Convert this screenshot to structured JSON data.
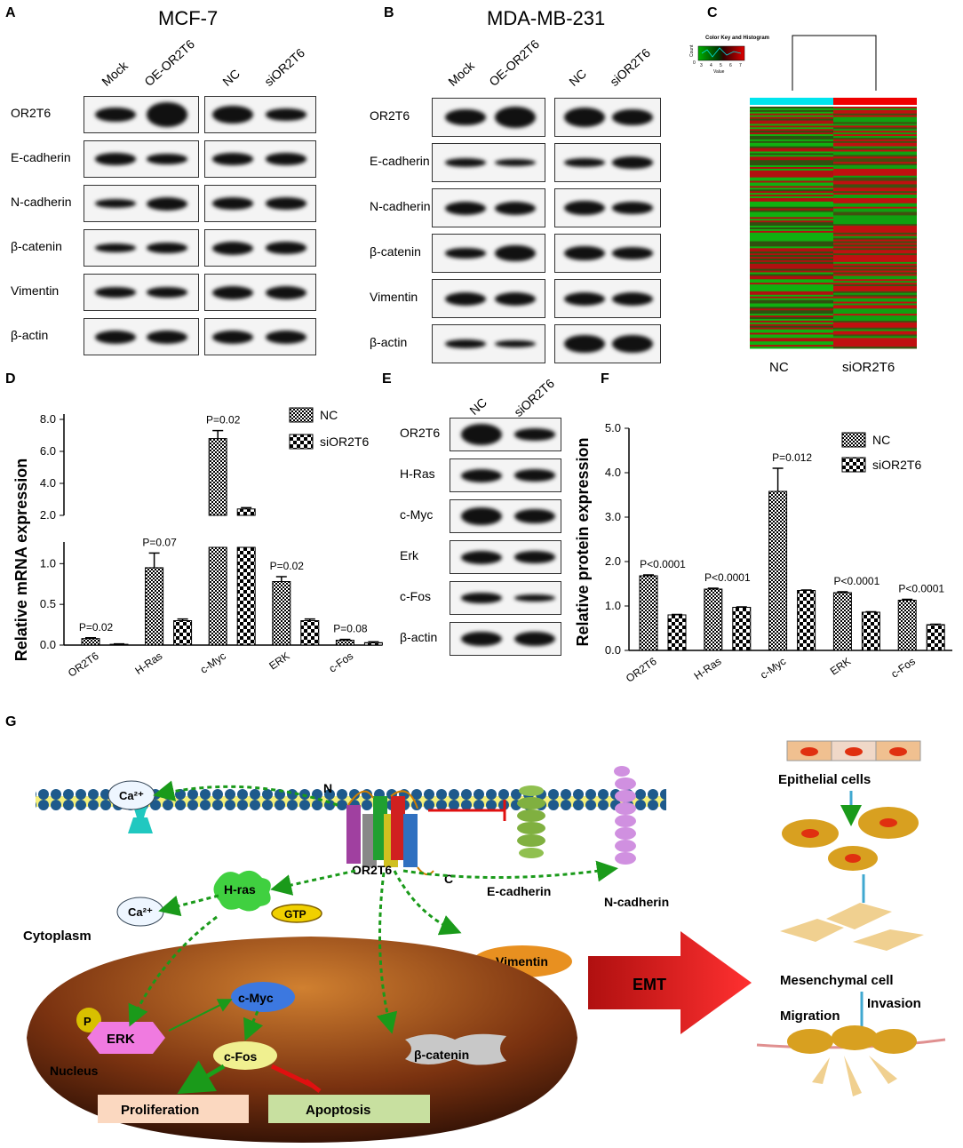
{
  "panels": {
    "a": "A",
    "b": "B",
    "c": "C",
    "d": "D",
    "e": "E",
    "f": "F",
    "g": "G"
  },
  "panelA": {
    "title": "MCF-7",
    "columns": [
      "Mock",
      "OE-OR2T6",
      "NC",
      "siOR2T6"
    ],
    "rows": [
      "OR2T6",
      "E-cadherin",
      "N-cadherin",
      "β-catenin",
      "Vimentin",
      "β-actin"
    ]
  },
  "panelB": {
    "title": "MDA-MB-231",
    "columns": [
      "Mock",
      "OE-OR2T6",
      "NC",
      "siOR2T6"
    ],
    "rows": [
      "OR2T6",
      "E-cadherin",
      "N-cadherin",
      "β-catenin",
      "Vimentin",
      "β-actin"
    ]
  },
  "panelC": {
    "key_title": "Color Key and Histogram",
    "key_ylabel": "Count",
    "key_ticks": [
      "3",
      "4",
      "5",
      "6",
      "7"
    ],
    "key_xlabel": "Value",
    "key_zero": "0",
    "groups": [
      "NC",
      "siOR2T6"
    ]
  },
  "panelE": {
    "columns": [
      "NC",
      "siOR2T6"
    ],
    "rows": [
      "OR2T6",
      "H-Ras",
      "c-Myc",
      "Erk",
      "c-Fos",
      "β-actin"
    ]
  },
  "chart_data": [
    {
      "type": "bar",
      "panel": "D",
      "ylabel": "Relative mRNA expression",
      "categories": [
        "OR2T6",
        "H-Ras",
        "c-Myc",
        "ERK",
        "c-Fos"
      ],
      "series": [
        {
          "name": "NC",
          "values": [
            0.08,
            0.95,
            6.8,
            0.78,
            0.06
          ],
          "errors": [
            0.01,
            0.18,
            0.5,
            0.06,
            0.01
          ]
        },
        {
          "name": "siOR2T6",
          "values": [
            0.01,
            0.3,
            2.4,
            0.3,
            0.03
          ],
          "errors": [
            0.005,
            0.02,
            0.08,
            0.02,
            0.01
          ]
        }
      ],
      "annotations": [
        "P=0.02",
        "P=0.07",
        "P=0.02",
        "P=0.02",
        "P=0.08"
      ],
      "y_ticks_lower": [
        "0.0",
        "0.5",
        "1.0"
      ],
      "y_ticks_upper": [
        "2.0",
        "4.0",
        "6.0",
        "8.0"
      ],
      "axis_break": [
        1.2,
        2.0
      ],
      "ylim": [
        0,
        8.0
      ]
    },
    {
      "type": "bar",
      "panel": "F",
      "ylabel": "Relative protein expression",
      "categories": [
        "OR2T6",
        "H-Ras",
        "c-Myc",
        "ERK",
        "c-Fos"
      ],
      "series": [
        {
          "name": "NC",
          "values": [
            1.68,
            1.38,
            3.58,
            1.3,
            1.13
          ],
          "errors": [
            0.02,
            0.02,
            0.52,
            0.02,
            0.02
          ]
        },
        {
          "name": "siOR2T6",
          "values": [
            0.8,
            0.97,
            1.35,
            0.86,
            0.58
          ],
          "errors": [
            0.01,
            0.01,
            0.01,
            0.01,
            0.01
          ]
        }
      ],
      "annotations": [
        "P<0.0001",
        "P<0.0001",
        "P=0.012",
        "P<0.0001",
        "P<0.0001"
      ],
      "y_ticks": [
        "0.0",
        "1.0",
        "2.0",
        "3.0",
        "4.0",
        "5.0"
      ],
      "ylim": [
        0,
        5.0
      ]
    }
  ],
  "panelG": {
    "ca_top": "Ca²⁺",
    "ca_bottom": "Ca²⁺",
    "n_label": "N",
    "c_label": "C",
    "receptor": "OR2T6",
    "ecadherin": "E-cadherin",
    "ncadherin": "N-cadherin",
    "hras": "H-ras",
    "gtp": "GTP",
    "cytoplasm": "Cytoplasm",
    "vimentin": "Vimentin",
    "emt": "EMT",
    "p": "P",
    "erk": "ERK",
    "cmyc": "c-Myc",
    "cfos": "c-Fos",
    "bcatenin": "β-catenin",
    "nucleus": "Nucleus",
    "proliferation": "Proliferation",
    "apoptosis": "Apoptosis",
    "epithelial": "Epithelial cells",
    "mesenchymal": "Mesenchymal cell",
    "migration": "Migration",
    "invasion": "Invasion"
  }
}
